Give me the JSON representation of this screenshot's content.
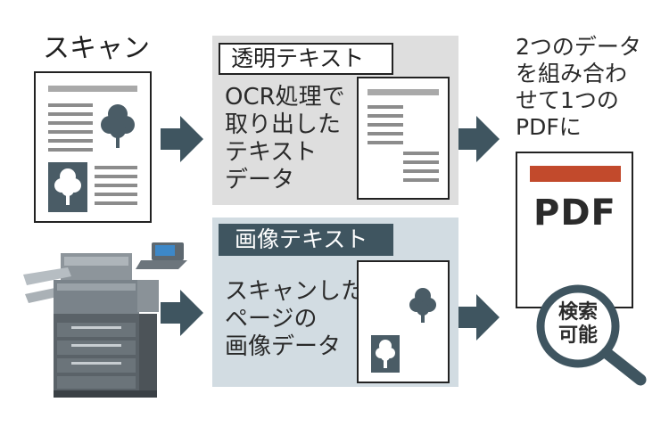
{
  "scan_label": "スキャン",
  "transparent_panel": {
    "tag": "透明テキスト",
    "lines": [
      "OCR処理で",
      "取り出した",
      "テキスト",
      "データ"
    ]
  },
  "image_panel": {
    "tag": "画像テキスト",
    "lines": [
      "スキャンした",
      "ページの",
      "画像データ"
    ]
  },
  "merge_text": [
    "2つのデータ",
    "を組み合わ",
    "せて1つの",
    "PDFに"
  ],
  "pdf_label": "PDF",
  "search_label": [
    "検索",
    "可能"
  ],
  "colors": {
    "arrow": "#3f5560",
    "icon": "#4a5c66",
    "pdf_bar": "#c24a2c",
    "panel_gray": "#dedede",
    "panel_blue": "#d2dce2"
  }
}
